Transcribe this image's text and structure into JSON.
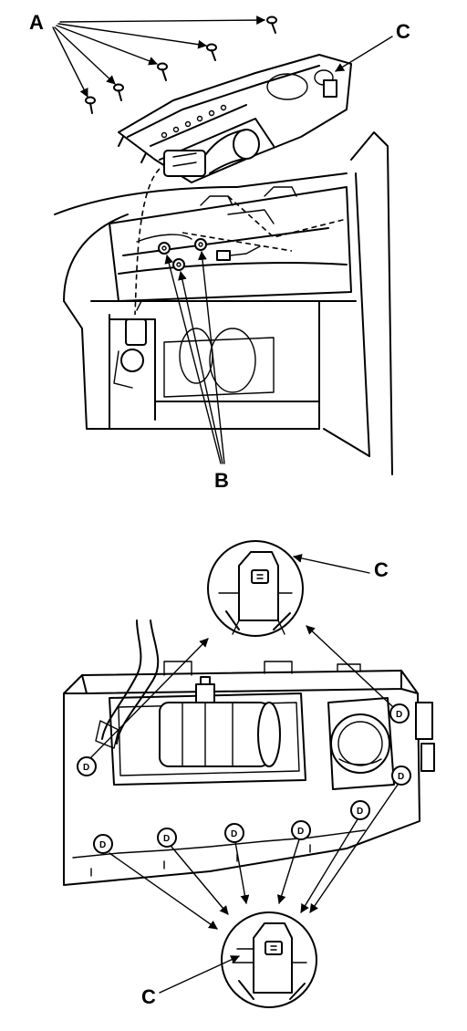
{
  "callouts": {
    "a": "A",
    "b": "B",
    "c_top": "C",
    "c_detail_top": "C",
    "c_detail_bottom": "C"
  },
  "clip_marker": "D"
}
